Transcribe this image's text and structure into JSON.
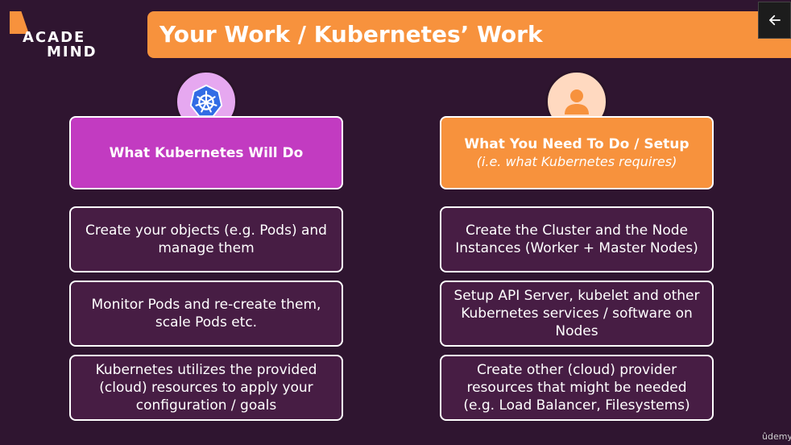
{
  "logo": {
    "line1": "ACADE",
    "line2": "MIND"
  },
  "title": "Your Work / Kubernetes’ Work",
  "left": {
    "header": "What Kubernetes Will Do",
    "cards": [
      "Create your objects (e.g. Pods) and manage them",
      "Monitor Pods and re-create them, scale Pods etc.",
      "Kubernetes utilizes the provided (cloud) resources to apply your configuration / goals"
    ]
  },
  "right": {
    "header": "What You Need To Do / Setup",
    "subheader": "(i.e. what Kubernetes requires)",
    "cards": [
      "Create the Cluster and the Node Instances (Worker + Master Nodes)",
      "Setup API Server, kubelet and other Kubernetes services / software on Nodes",
      "Create other (cloud) provider resources that might be needed (e.g. Load Balancer, Filesystems)"
    ]
  },
  "watermark": "ûdemy",
  "colors": {
    "background": "#2f1530",
    "accent_orange": "#f7923d",
    "accent_magenta": "#c23bc1",
    "card_bg": "#471d44"
  },
  "icons": {
    "back": "arrow-left-icon",
    "kubernetes": "kubernetes-helm-icon",
    "user": "user-icon"
  }
}
